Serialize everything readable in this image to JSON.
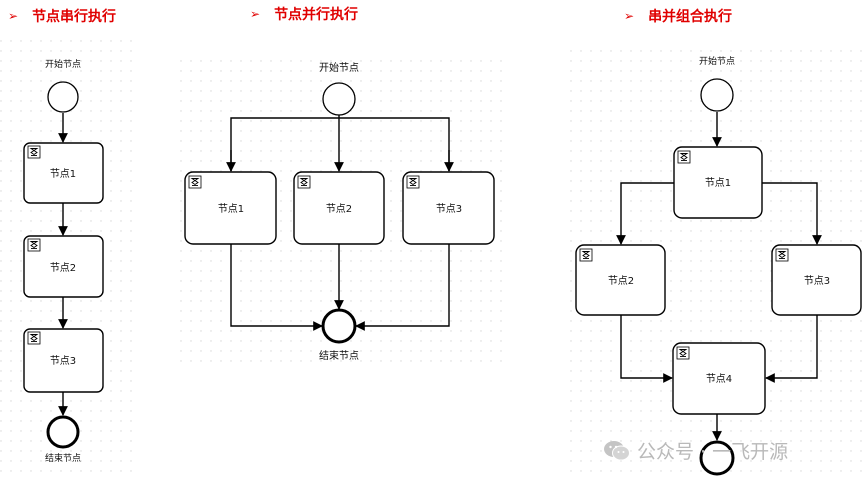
{
  "sections": {
    "serial": {
      "title": "节点串行执行",
      "start": "开始节点",
      "end": "结束节点",
      "nodes": [
        "节点1",
        "节点2",
        "节点3"
      ]
    },
    "parallel": {
      "title": "节点并行执行",
      "start": "开始节点",
      "end": "结束节点",
      "nodes": [
        "节点1",
        "节点2",
        "节点3"
      ]
    },
    "combined": {
      "title": "串并组合执行",
      "start": "开始节点",
      "nodes": [
        "节点1",
        "节点2",
        "节点3",
        "节点4"
      ]
    }
  },
  "watermark": {
    "text": "公众号 · 一飞开源"
  },
  "colors": {
    "heading": "#e00000",
    "stroke": "#000000",
    "grid_dot": "#d6d6d6"
  }
}
